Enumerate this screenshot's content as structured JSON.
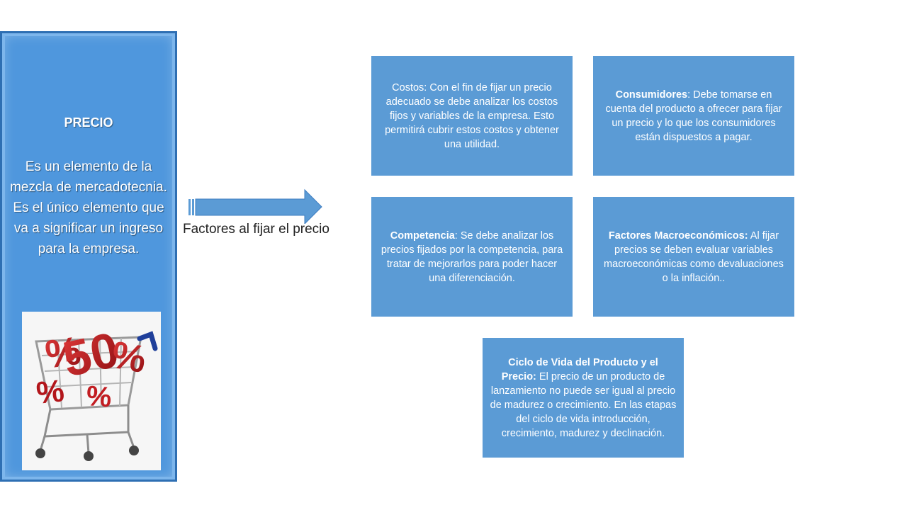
{
  "title": "",
  "colors": {
    "panel": "#4f97dd",
    "box": "#5b9bd5",
    "arrow": "#5b9bd5",
    "text_light": "#ffffff"
  },
  "left_panel": {
    "title": "PRECIO",
    "description": "Es un elemento de la mezcla de mercadotecnia. Es el único elemento que va a significar un ingreso para la empresa.",
    "image_icon": "shopping-cart-with-percent-sale-icon"
  },
  "arrow_label": "Factores al fijar el precio",
  "factors": {
    "costos": {
      "heading": "",
      "text": "Costos: Con el fin de fijar un precio adecuado se debe analizar los costos fijos y variables de la empresa.  Esto permitirá cubrir estos costos y obtener una utilidad."
    },
    "consumidores": {
      "heading": "Consumidores",
      "text": ": Debe tomarse en cuenta del producto a ofrecer para fijar un precio y lo que los consumidores están dispuestos a pagar."
    },
    "competencia": {
      "heading": "Competencia",
      "text": ": Se debe analizar los precios fijados por la competencia, para tratar de mejorarlos para poder hacer una diferenciación."
    },
    "macro": {
      "heading": "Factores Macroeconómicos:",
      "text": " Al fijar precios se deben evaluar variables macroeconómicas como devaluaciones o la inflación.."
    },
    "ciclo": {
      "heading": "Ciclo de Vida del Producto y el Precio:",
      "text": " El precio de un producto de lanzamiento no puede ser igual al precio de madurez o crecimiento. En las etapas del ciclo de vida introducción, crecimiento, madurez y declinación."
    }
  }
}
